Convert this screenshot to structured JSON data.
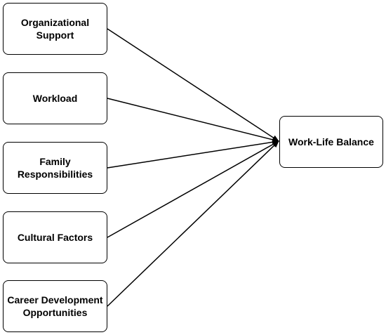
{
  "diagram": {
    "factors": [
      {
        "label": "Organizational\nSupport"
      },
      {
        "label": "Workload"
      },
      {
        "label": "Family\nResponsibilities"
      },
      {
        "label": "Cultural Factors"
      },
      {
        "label": "Career Development\nOpportunities"
      }
    ],
    "target": {
      "label": "Work-Life Balance"
    },
    "colors": {
      "stroke": "#000000",
      "fill": "#ffffff"
    }
  }
}
